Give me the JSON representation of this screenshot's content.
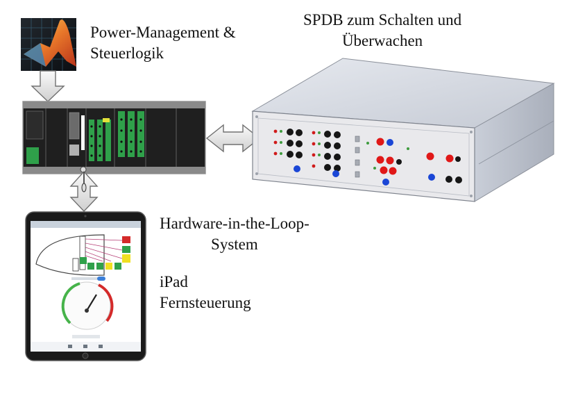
{
  "labels": {
    "power_management_line1": "Power-Management &",
    "power_management_line2": "Steuerlogik",
    "spdb_line1": "SPDB zum Schalten und",
    "spdb_line2": "Überwachen",
    "hil_line1": "Hardware-in-the-Loop-",
    "hil_line2": "System",
    "ipad_line1": "iPad",
    "ipad_line2": "Fernsteuerung"
  },
  "icons": {
    "matlab": "matlab-logo",
    "plc_rack": "plc-rack-modules",
    "spdb_box": "switching-distribution-box",
    "ipad": "ipad-tablet",
    "arrow_down": "down-arrow",
    "arrow_bidirectional_horizontal": "double-arrow-horizontal",
    "arrow_bidirectional_vertical": "double-arrow-vertical"
  },
  "colors": {
    "arrow_fill": "#e6e6e6",
    "arrow_stroke": "#707070",
    "plc_dark": "#2b2b2b",
    "plc_green": "#2fa04a",
    "box_gray": "#d9dce3",
    "button_black": "#161616",
    "button_red": "#e01818",
    "button_blue": "#1a46d6",
    "gauge_green": "#46b34a",
    "gauge_red": "#d42a2a"
  }
}
